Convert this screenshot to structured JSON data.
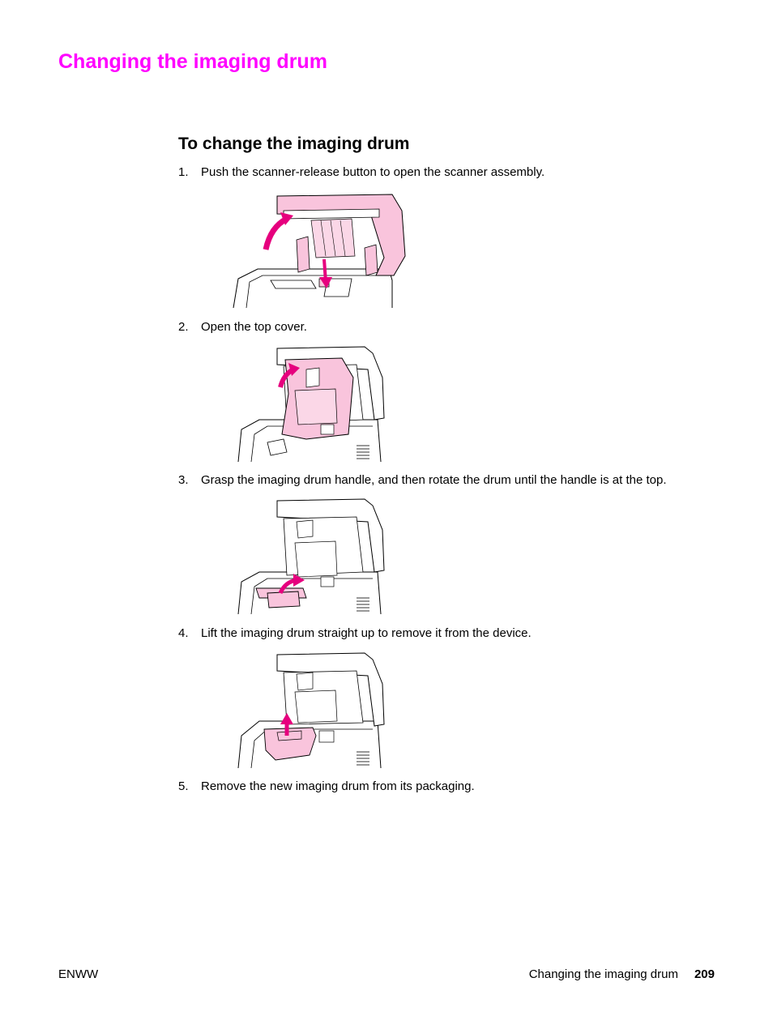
{
  "page": {
    "title": "Changing the imaging drum",
    "section_heading": "To change the imaging drum"
  },
  "steps": [
    {
      "number": "1.",
      "text": "Push the scanner-release button to open the scanner assembly."
    },
    {
      "number": "2.",
      "text": "Open the top cover."
    },
    {
      "number": "3.",
      "text": "Grasp the imaging drum handle, and then rotate the drum until the handle is at the top."
    },
    {
      "number": "4.",
      "text": "Lift the imaging drum straight up to remove it from the device."
    },
    {
      "number": "5.",
      "text": "Remove the new imaging drum from its packaging."
    }
  ],
  "footer": {
    "left": "ENWW",
    "chapter": "Changing the imaging drum",
    "page_number": "209"
  },
  "colors": {
    "title": "#ff00ff",
    "highlight": "#f9c4dc",
    "arrow": "#e6007e"
  }
}
